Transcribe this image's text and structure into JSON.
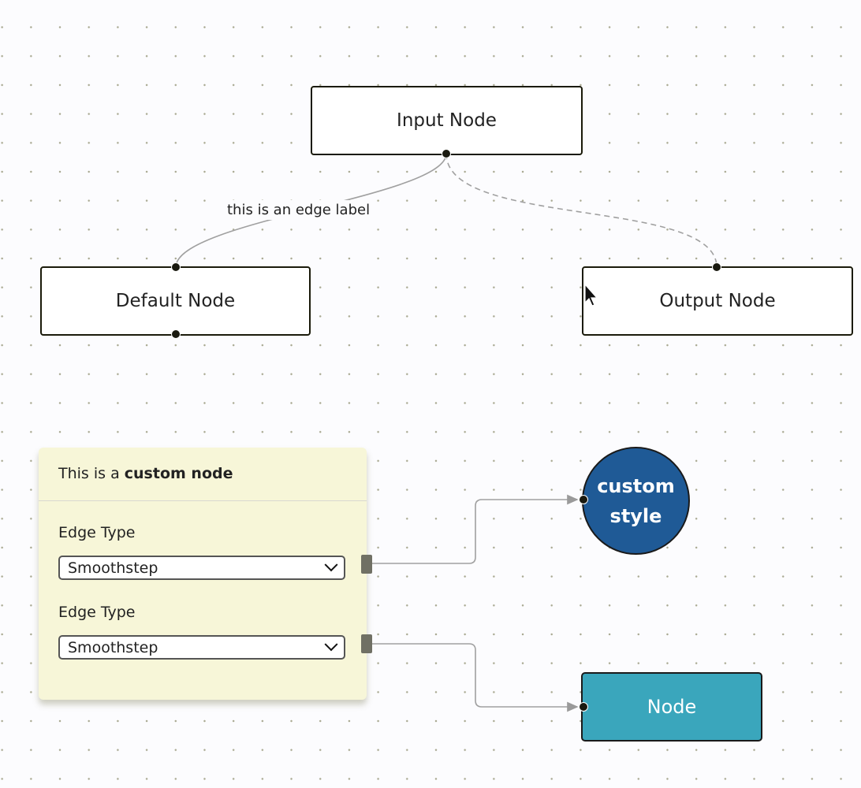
{
  "nodes": {
    "input": "Input Node",
    "default": "Default Node",
    "output": "Output Node",
    "custom_style": [
      "custom",
      "style"
    ],
    "node": "Node"
  },
  "edge_label": "this is an edge label",
  "custom_node": {
    "title_prefix": "This is a ",
    "title_bold": "custom node",
    "fields": [
      {
        "label": "Edge Type",
        "value": "Smoothstep"
      },
      {
        "label": "Edge Type",
        "value": "Smoothstep"
      }
    ]
  },
  "colors": {
    "custom_style_bg": "#1f5a96",
    "node_bg": "#3aa6bc",
    "custom_node_bg": "#f7f6d8"
  }
}
